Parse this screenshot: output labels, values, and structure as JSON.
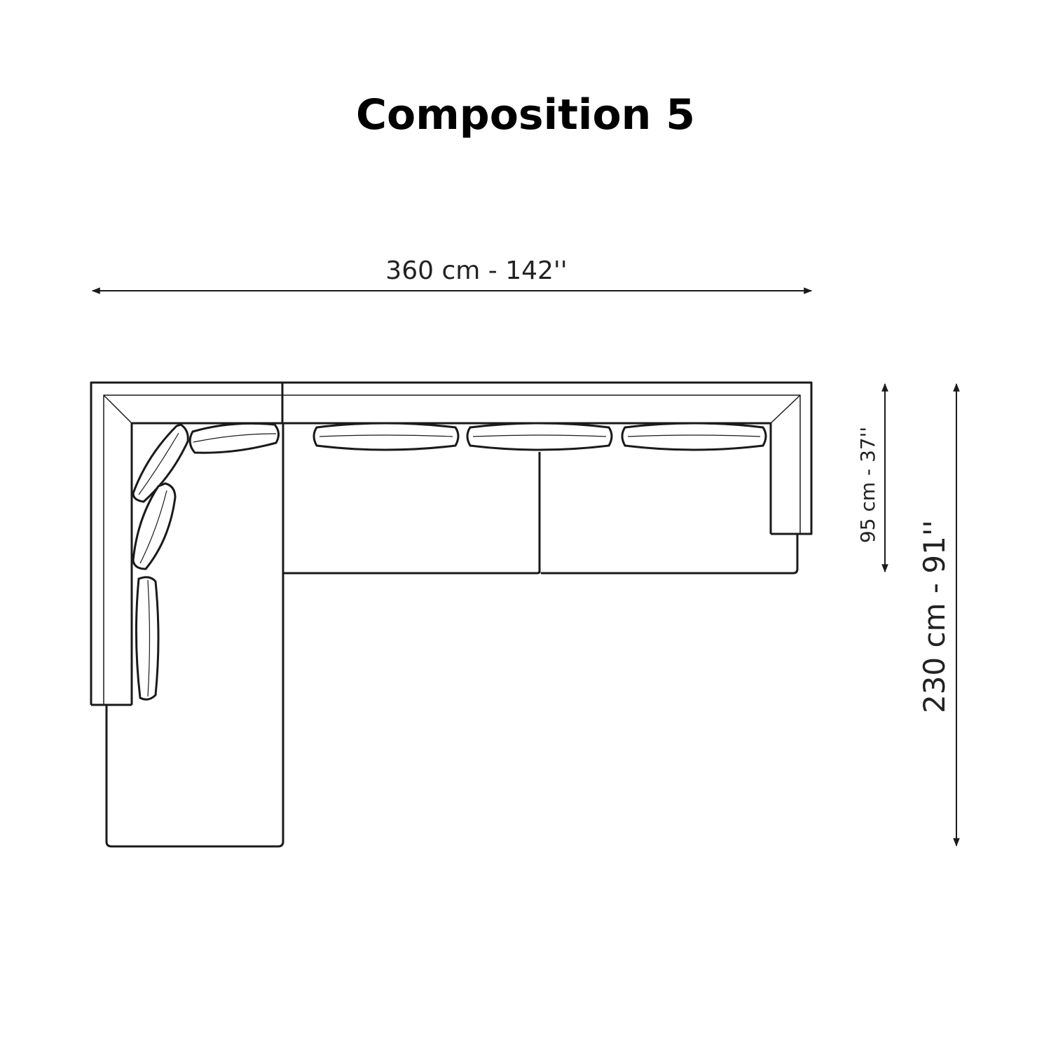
{
  "title": "Composition 5",
  "dimensions": {
    "width": "360 cm - 142''",
    "depth_seat": "95 cm - 37''",
    "depth_total": "230 cm - 91''"
  },
  "colors": {
    "line": "#1a1a1a",
    "background": "#ffffff"
  }
}
